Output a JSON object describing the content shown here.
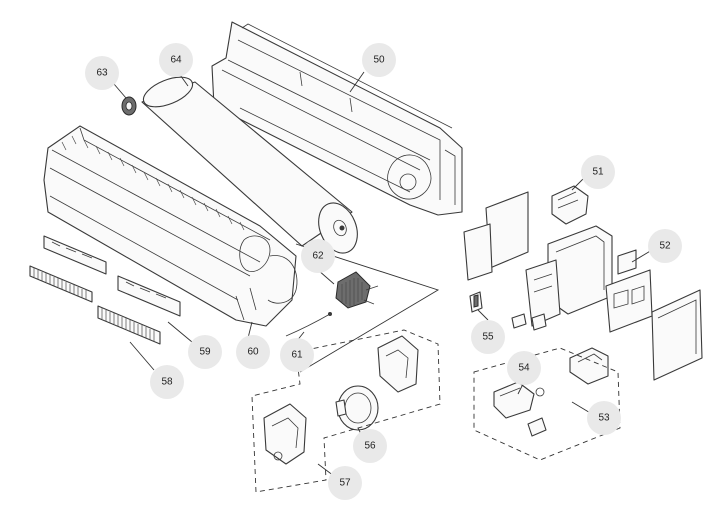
{
  "callouts": [
    {
      "id": "c50",
      "label": "50"
    },
    {
      "id": "c51",
      "label": "51"
    },
    {
      "id": "c52",
      "label": "52"
    },
    {
      "id": "c53",
      "label": "53"
    },
    {
      "id": "c54",
      "label": "54"
    },
    {
      "id": "c55",
      "label": "55"
    },
    {
      "id": "c56",
      "label": "56"
    },
    {
      "id": "c57",
      "label": "57"
    },
    {
      "id": "c58",
      "label": "58"
    },
    {
      "id": "c59",
      "label": "59"
    },
    {
      "id": "c60",
      "label": "60"
    },
    {
      "id": "c61",
      "label": "61"
    },
    {
      "id": "c62",
      "label": "62"
    },
    {
      "id": "c63",
      "label": "63"
    },
    {
      "id": "c64",
      "label": "64"
    }
  ],
  "colors": {
    "callout_fill": "#e9e9e9",
    "line": "#3a3a3a"
  }
}
